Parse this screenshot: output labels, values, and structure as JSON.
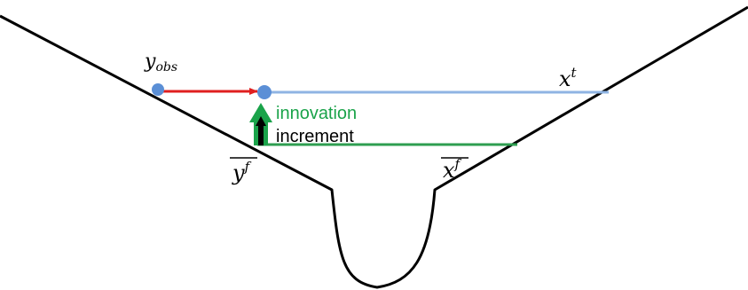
{
  "labels": {
    "y_obs_base": "y",
    "y_obs_sub": "obs",
    "x_t_base": "x",
    "x_t_sup": "t",
    "y_f_base": "y",
    "y_f_sup": "f",
    "x_f_base": "x",
    "x_f_sup": "f",
    "innovation": "innovation",
    "increment": "increment"
  },
  "colors": {
    "valley": "#000000",
    "truth_line": "#8fb4e3",
    "forecast_line": "#2e9e50",
    "obs_arrow": "#e01f1f",
    "innovation": "#1aa34a",
    "increment": "#000000",
    "point": "#5b8fd6"
  }
}
